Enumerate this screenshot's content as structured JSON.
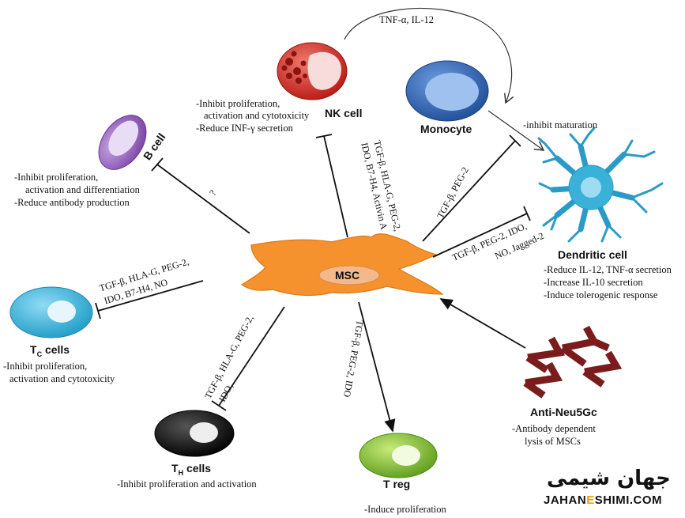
{
  "msc": {
    "label": "MSC"
  },
  "nk": {
    "label": "NK cell",
    "effects": [
      "-Inhibit proliferation,",
      "activation and cytotoxicity",
      "-Reduce INF-γ secretion"
    ],
    "mediators": [
      "TGF-β, HLA-G, PEG-2,",
      "IDO, B7-H4, Activin A"
    ]
  },
  "b": {
    "label": "B cell",
    "effects": [
      "-Inhibit proliferation,",
      "activation and differentiation",
      "-Reduce antibody production"
    ],
    "mediators": [
      "?"
    ]
  },
  "monocyte": {
    "label": "Monocyte",
    "signal": "TNF-α, IL-12",
    "effect": "-inhibit maturation",
    "mediators": [
      "TGF-β, PEG-2"
    ]
  },
  "dendritic": {
    "label": "Dendritic cell",
    "effects": [
      "-Reduce IL-12, TNF-α secretion",
      "-Increase  IL-10  secretion",
      "-Induce tolerogenic response"
    ],
    "mediators": [
      "TGF-β, PEG-2,  IDO,",
      "NO, Jagged-2"
    ]
  },
  "tc": {
    "label_main": "T",
    "label_sub": "C",
    "label_rest": " cells",
    "effects": [
      "-Inhibit proliferation,",
      "activation and cytotoxicity"
    ],
    "mediators": [
      "TGF-β, HLA-G, PEG-2,",
      "IDO, B7-H4, NO"
    ]
  },
  "th": {
    "label_main": "T",
    "label_sub": "H",
    "label_rest": " cells",
    "effects": [
      "-Inhibit proliferation and activation"
    ],
    "mediators": [
      "TGF-β, HLA-G, PEG-2,",
      "IDO,"
    ]
  },
  "treg": {
    "label": "T reg",
    "effects": [
      "-Induce proliferation"
    ],
    "mediators": [
      "TGF-β, PEG-2,  IDO"
    ]
  },
  "antibody": {
    "label": "Anti-Neu5Gc",
    "effects": [
      "-Antibody dependent",
      "lysis of MSCs"
    ]
  },
  "logo": {
    "fa": "جهان شیمی",
    "en_left": "JAHAN",
    "en_mid": "E",
    "en_right": "SHIMI.COM"
  },
  "colors": {
    "msc": "#f5922e",
    "nk": "#d42a23",
    "b": "#8e5bb5",
    "monocyte": "#2f65b3",
    "dendritic": "#3ab1d9",
    "tc": "#3ab1d9",
    "th": "#111111",
    "treg": "#7dbb2e",
    "antibody": "#7a1c1c"
  }
}
